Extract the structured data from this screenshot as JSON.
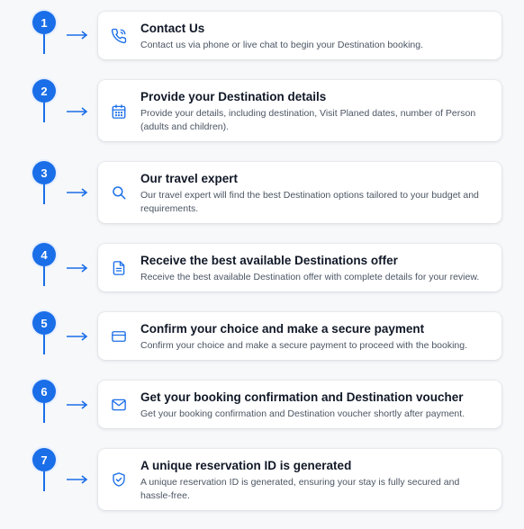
{
  "accent_color": "#1a6ee8",
  "steps": [
    {
      "number": "1",
      "icon": "phone-icon",
      "title": "Contact Us",
      "description": "Contact us via phone or live chat to begin your Destination booking."
    },
    {
      "number": "2",
      "icon": "calendar-icon",
      "title": "Provide your Destination details",
      "description": "Provide your details, including destination, Visit Planed dates, number of Person (adults and children)."
    },
    {
      "number": "3",
      "icon": "search-icon",
      "title": "Our travel expert",
      "description": "Our travel expert will find the best Destination options tailored to your budget and requirements."
    },
    {
      "number": "4",
      "icon": "document-icon",
      "title": "Receive the best available Destinations offer",
      "description": "Receive the best available Destination offer with complete details for your review."
    },
    {
      "number": "5",
      "icon": "credit-card-icon",
      "title": "Confirm your choice and make a secure payment",
      "description": "Confirm your choice and make a secure payment to proceed with the booking."
    },
    {
      "number": "6",
      "icon": "mail-icon",
      "title": "Get your booking confirmation and Destination voucher",
      "description": "Get your booking confirmation and Destination voucher shortly after payment."
    },
    {
      "number": "7",
      "icon": "shield-check-icon",
      "title": "A unique reservation ID is generated",
      "description": "A unique reservation ID is generated, ensuring your stay is fully secured and hassle-free."
    }
  ]
}
